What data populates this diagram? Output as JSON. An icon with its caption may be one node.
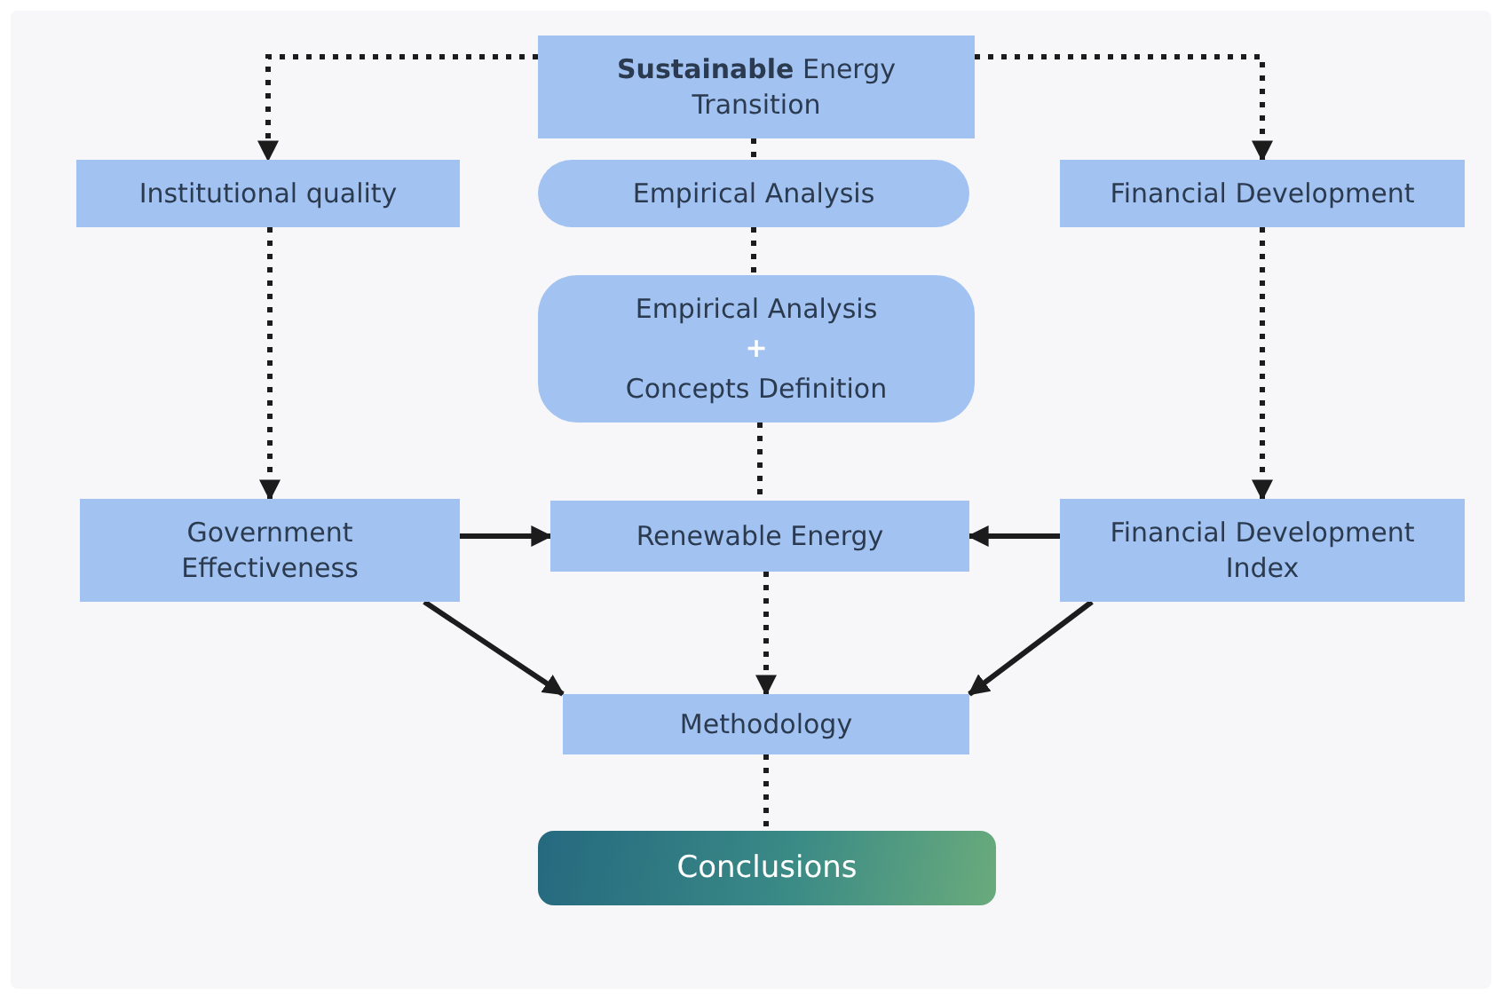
{
  "diagram": {
    "nodes": [
      {
        "text": [
          "**Sustainable** Energy Transition"
        ]
      },
      {
        "text": [
          "Institutional quality"
        ]
      },
      {
        "text": [
          "Empirical Analysis"
        ]
      },
      {
        "text": [
          "Financial Development"
        ]
      },
      {
        "text": [
          "Empirical Analysis",
          "+",
          "Concepts Definition"
        ]
      },
      {
        "text": [
          "Government Effectiveness"
        ]
      },
      {
        "text": [
          "Renewable Energy"
        ]
      },
      {
        "text": [
          "Financial Development Index"
        ]
      },
      {
        "text": [
          "Methodology"
        ]
      },
      {
        "text": [
          "Conclusions"
        ]
      }
    ],
    "edges": [
      {
        "from": 0,
        "to": 1,
        "arrow": "to",
        "style": "dashed"
      },
      {
        "from": 0,
        "to": 3,
        "arrow": "to",
        "style": "dashed"
      },
      {
        "from": 0,
        "to": 2,
        "arrow": "none",
        "style": "dashed"
      },
      {
        "from": 2,
        "to": 4,
        "arrow": "none",
        "style": "dashed"
      },
      {
        "from": 4,
        "to": 6,
        "arrow": "none",
        "style": "dashed"
      },
      {
        "from": 1,
        "to": 5,
        "arrow": "to",
        "style": "dashed"
      },
      {
        "from": 3,
        "to": 7,
        "arrow": "to",
        "style": "dashed"
      },
      {
        "from": 5,
        "to": 6,
        "arrow": "to"
      },
      {
        "from": 7,
        "to": 6,
        "arrow": "to"
      },
      {
        "from": 5,
        "to": 8,
        "arrow": "to"
      },
      {
        "from": 7,
        "to": 8,
        "arrow": "to"
      },
      {
        "from": 6,
        "to": 8,
        "arrow": "to",
        "style": "dashed"
      },
      {
        "from": 8,
        "to": 9,
        "arrow": "none",
        "style": "dashed"
      }
    ]
  }
}
